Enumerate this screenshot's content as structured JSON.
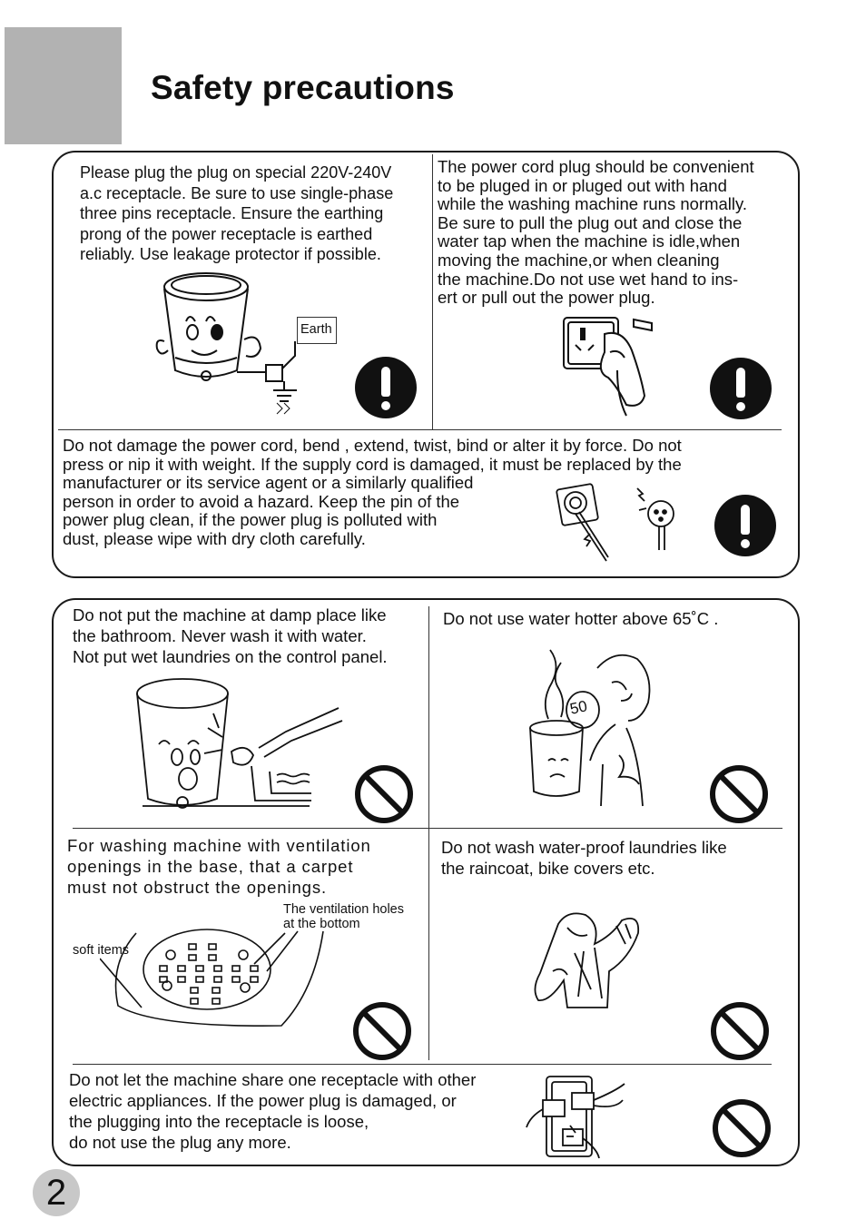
{
  "page": {
    "title": "Safety precautions",
    "page_number": "2"
  },
  "section1": {
    "box1": {
      "text": "Please plug the plug on special 220V-240V\n  a.c receptacle. Be sure to use single-phase\n  three  pins receptacle. Ensure the earthing\n  prong of the power receptacle is earthed\n  reliably. Use leakage protector if possible.",
      "label_earth": "Earth",
      "icon": "exclamation-warning-icon"
    },
    "box2": {
      "text": "The power cord plug should be convenient\nto be pluged in or pluged out with hand\nwhile the washing machine runs normally.\nBe sure to pull the plug out and close the\nwater tap when the machine is idle,when\nmoving  the machine,or when cleaning\nthe machine.Do not use wet hand to ins-\nert or pull out the power plug.",
      "icon": "exclamation-warning-icon"
    },
    "box3": {
      "text": "Do not damage the power cord, bend , extend, twist, bind or alter it by force. Do not\npress or nip it with weight. If the supply cord is damaged, it must be replaced by the\nmanufacturer or its service agent or a similarly qualified\nperson in order to avoid a hazard. Keep the pin of the\npower plug clean, if the power plug is polluted with\ndust, please wipe with dry cloth carefully.",
      "icon": "exclamation-warning-icon"
    }
  },
  "section2": {
    "box1": {
      "text": "Do not put the machine at damp place like\nthe bathroom. Never wash it with water.\nNot put wet laundries on the control panel.",
      "icon": "prohibited-icon"
    },
    "box2": {
      "text": "Do not use water hotter  above  65˚C .",
      "pot_label": "50",
      "icon": "prohibited-icon"
    },
    "box3": {
      "text": "For washing machine with ventilation\nopenings in the base, that a carpet\nmust not obstruct the openings.",
      "label_holes": "The ventilation holes\n at the bottom",
      "label_soft": "soft items",
      "icon": "prohibited-icon"
    },
    "box4": {
      "text": "Do not wash water-proof laundries like\nthe raincoat, bike covers etc.",
      "icon": "prohibited-icon"
    },
    "box5": {
      "text": "Do not let the machine share one receptacle with other\nelectric appliances. If the power plug is damaged, or\nthe plugging into the receptacle is loose,\ndo not use the plug any more.",
      "icon": "prohibited-icon"
    }
  },
  "colors": {
    "gray_block": "#b2b2b2",
    "ink": "#111111",
    "page_number_circle": "#c8c8c8"
  }
}
